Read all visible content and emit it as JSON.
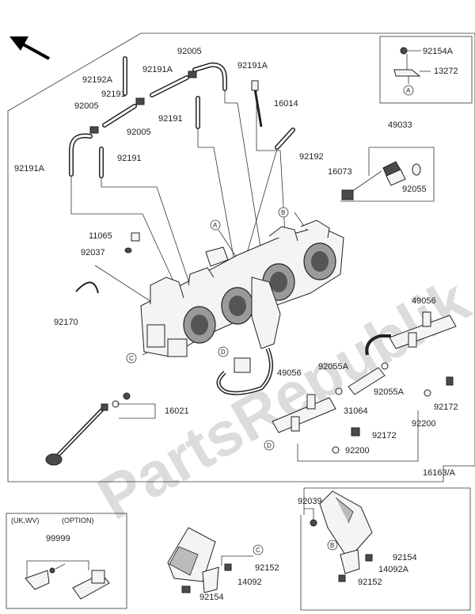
{
  "watermark": "PartsRepublik",
  "labels": {
    "p92154A": "92154A",
    "p13272": "13272",
    "p92005a": "92005",
    "p92191Aa": "92191A",
    "p92192A": "92192A",
    "p92191Ab": "92191A",
    "p92191a": "92191",
    "p16014": "16014",
    "p92005b": "92005",
    "p92005c": "92005",
    "p92191b": "92191",
    "p49033": "49033",
    "p92191Ac": "92191A",
    "p92191c": "92191",
    "p92192": "92192",
    "p16073": "16073",
    "p92055": "92055",
    "p11065": "11065",
    "p92037": "92037",
    "p92170": "92170",
    "p49056a": "49056",
    "p49056b": "49056",
    "p92055Aa": "92055A",
    "p31064": "31064",
    "p92055Ab": "92055A",
    "p16021": "16021",
    "p92172a": "92172",
    "p92200a": "92200",
    "p92172b": "92172",
    "p92200b": "92200",
    "p16163A": "16163/A",
    "p92039": "92039",
    "p99999": "99999",
    "p92152a": "92152",
    "p92154a": "92154",
    "p14092A": "14092A",
    "p14092": "14092",
    "p92152b": "92152",
    "p92154b": "92154"
  },
  "option_box": {
    "region": "(UK,WV)",
    "note": "(OPTION)"
  },
  "callouts": {
    "A": "A",
    "B": "B",
    "C": "C",
    "D": "D"
  }
}
